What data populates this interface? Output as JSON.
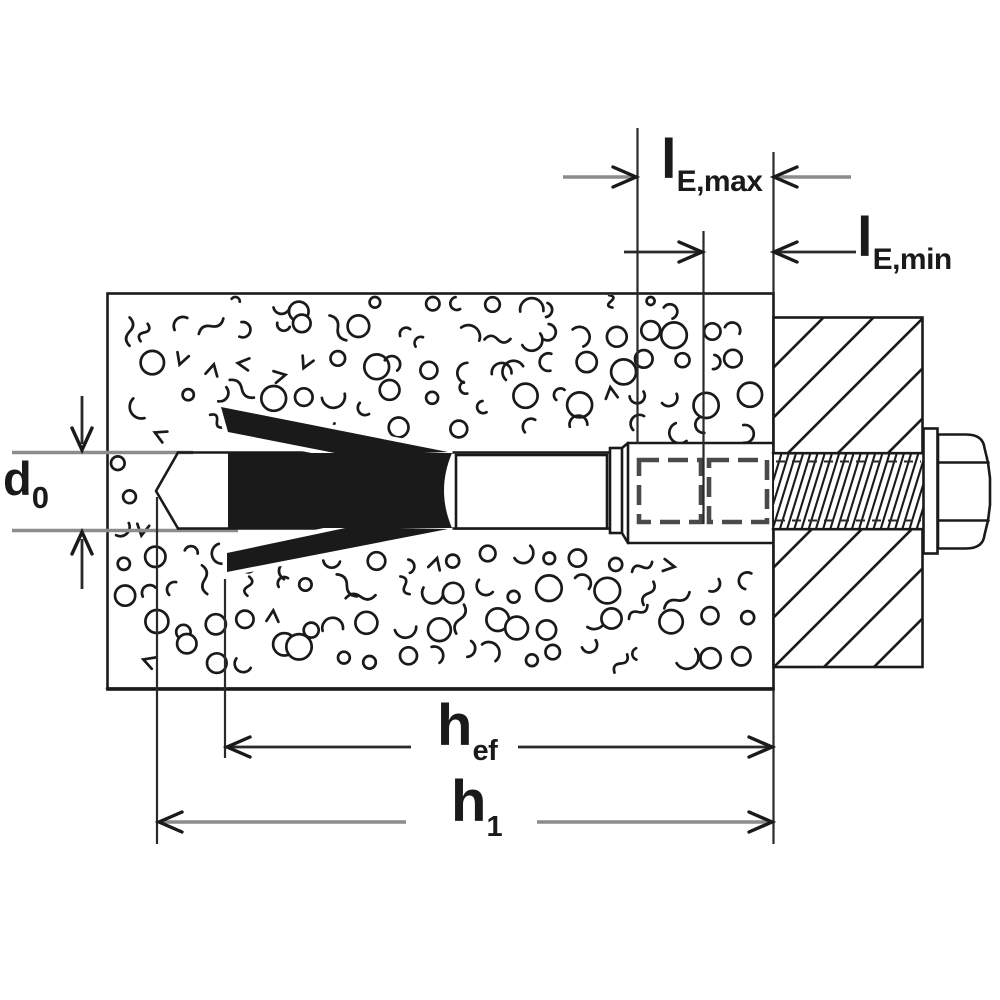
{
  "diagram": {
    "kind": "anchor-installation-cross-section",
    "labels": {
      "d0": {
        "base": "d",
        "sub": "0"
      },
      "le_max": {
        "base": "l",
        "sub": "E,max"
      },
      "le_min": {
        "base": "l",
        "sub": "E,min"
      },
      "h_ef": {
        "base": "h",
        "sub": "ef"
      },
      "h1": {
        "base": "h",
        "sub": "1"
      }
    },
    "colors": {
      "background": "#ffffff",
      "ink": "#1a1a1a",
      "ink_secondary": "#2a2a2a",
      "dim_line_gray": "#8c8c8c",
      "dashed_zone": "#4a4a4a"
    }
  }
}
